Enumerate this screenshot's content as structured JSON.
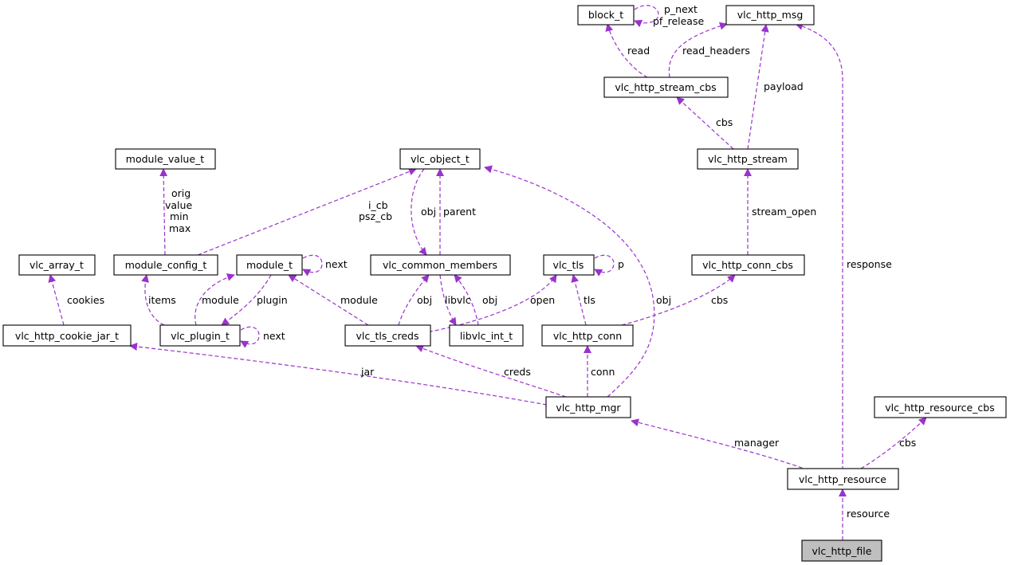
{
  "diagram": {
    "colors": {
      "edge": "#9a32cd",
      "node_border": "#000000",
      "node_fill": "#ffffff",
      "focus_fill": "#bfbfbf"
    },
    "nodes": {
      "block_t": "block_t",
      "vlc_http_msg": "vlc_http_msg",
      "vlc_http_stream_cbs": "vlc_http_stream_cbs",
      "vlc_http_stream": "vlc_http_stream",
      "module_value_t": "module_value_t",
      "vlc_object_t": "vlc_object_t",
      "vlc_array_t": "vlc_array_t",
      "module_config_t": "module_config_t",
      "module_t": "module_t",
      "vlc_common_members": "vlc_common_members",
      "vlc_tls": "vlc_tls",
      "vlc_http_conn_cbs": "vlc_http_conn_cbs",
      "vlc_http_cookie_jar_t": "vlc_http_cookie_jar_t",
      "vlc_plugin_t": "vlc_plugin_t",
      "vlc_tls_creds": "vlc_tls_creds",
      "libvlc_int_t": "libvlc_int_t",
      "vlc_http_conn": "vlc_http_conn",
      "vlc_http_mgr": "vlc_http_mgr",
      "vlc_http_resource_cbs": "vlc_http_resource_cbs",
      "vlc_http_resource": "vlc_http_resource",
      "vlc_http_file": "vlc_http_file"
    },
    "edge_labels": {
      "p_next": "p_next",
      "pf_release": "pf_release",
      "read": "read",
      "read_headers": "read_headers",
      "payload": "payload",
      "cbs_stream": "cbs",
      "orig": "orig",
      "value": "value",
      "min": "min",
      "max": "max",
      "i_cb": "i_cb",
      "psz_cb": "psz_cb",
      "obj_common": "obj",
      "parent": "parent",
      "stream_open": "stream_open",
      "response": "response",
      "next_module": "next",
      "p_tls": "p",
      "cookies": "cookies",
      "items": "items",
      "module": "module",
      "plugin": "plugin",
      "module_creds": "module",
      "obj_creds": "obj",
      "libvlc": "libvlc",
      "obj_libvlc": "obj",
      "open": "open",
      "tls": "tls",
      "obj_mgr": "obj",
      "cbs_conn": "cbs",
      "next_plugin": "next",
      "jar": "jar",
      "creds": "creds",
      "conn": "conn",
      "manager": "manager",
      "cbs_resource": "cbs",
      "resource": "resource"
    }
  }
}
